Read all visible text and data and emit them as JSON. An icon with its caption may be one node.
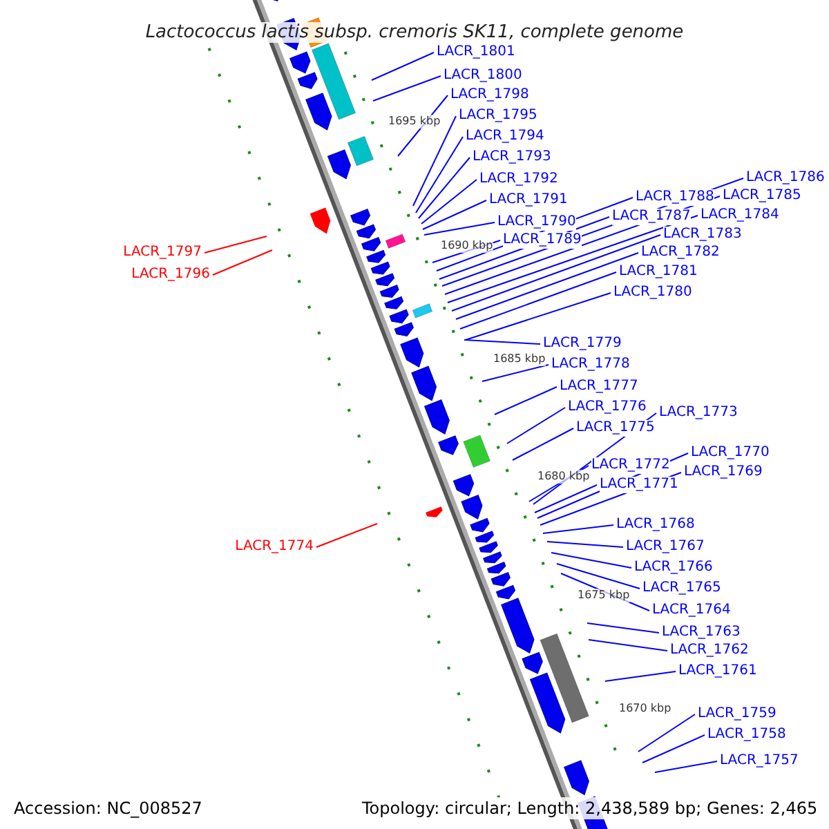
{
  "diagram": {
    "title": "Lactococcus lactis subsp. cremoris SK11, complete genome",
    "nodes": [
      {
        "text": [
          "LACR_1801"
        ]
      },
      {
        "text": [
          "LACR_1800"
        ]
      },
      {
        "text": [
          "LACR_1798"
        ]
      },
      {
        "text": [
          "LACR_1795"
        ]
      },
      {
        "text": [
          "LACR_1794"
        ]
      },
      {
        "text": [
          "LACR_1793"
        ]
      },
      {
        "text": [
          "LACR_1786"
        ]
      },
      {
        "text": [
          "LACR_1792"
        ]
      },
      {
        "text": [
          "LACR_1785"
        ]
      },
      {
        "text": [
          "LACR_1788"
        ]
      },
      {
        "text": [
          "LACR_1791"
        ]
      },
      {
        "text": [
          "LACR_1784"
        ]
      },
      {
        "text": [
          "LACR_1787"
        ]
      },
      {
        "text": [
          "LACR_1790"
        ]
      },
      {
        "text": [
          "LACR_1783"
        ]
      },
      {
        "text": [
          "LACR_1789"
        ]
      },
      {
        "text": [
          "LACR_1797"
        ]
      },
      {
        "text": [
          "LACR_1782"
        ]
      },
      {
        "text": [
          "LACR_1781"
        ]
      },
      {
        "text": [
          "LACR_1796"
        ]
      },
      {
        "text": [
          "LACR_1780"
        ]
      },
      {
        "text": [
          "LACR_1779"
        ]
      },
      {
        "text": [
          "LACR_1778"
        ]
      },
      {
        "text": [
          "LACR_1777"
        ]
      },
      {
        "text": [
          "LACR_1776"
        ]
      },
      {
        "text": [
          "LACR_1773"
        ]
      },
      {
        "text": [
          "LACR_1775"
        ]
      },
      {
        "text": [
          "LACR_1770"
        ]
      },
      {
        "text": [
          "LACR_1772"
        ]
      },
      {
        "text": [
          "LACR_1769"
        ]
      },
      {
        "text": [
          "LACR_1771"
        ]
      },
      {
        "text": [
          "LACR_1768"
        ]
      },
      {
        "text": [
          "LACR_1774"
        ]
      },
      {
        "text": [
          "LACR_1767"
        ]
      },
      {
        "text": [
          "LACR_1766"
        ]
      },
      {
        "text": [
          "LACR_1765"
        ]
      },
      {
        "text": [
          "LACR_1764"
        ]
      },
      {
        "text": [
          "LACR_1763"
        ]
      },
      {
        "text": [
          "LACR_1762"
        ]
      },
      {
        "text": [
          "LACR_1761"
        ]
      },
      {
        "text": [
          "LACR_1759"
        ]
      },
      {
        "text": [
          "LACR_1758"
        ]
      },
      {
        "text": [
          "LACR_1757"
        ]
      }
    ],
    "edges": [
      {
        "from": 0,
        "to": null,
        "arrow": "none"
      },
      {
        "from": 1,
        "to": null,
        "arrow": "none"
      },
      {
        "from": 2,
        "to": null,
        "arrow": "none"
      },
      {
        "from": 3,
        "to": null,
        "arrow": "none"
      },
      {
        "from": 4,
        "to": null,
        "arrow": "none"
      },
      {
        "from": 5,
        "to": null,
        "arrow": "none"
      },
      {
        "from": 6,
        "to": null,
        "arrow": "none"
      },
      {
        "from": 7,
        "to": null,
        "arrow": "none"
      },
      {
        "from": 8,
        "to": null,
        "arrow": "none"
      },
      {
        "from": 9,
        "to": null,
        "arrow": "none"
      },
      {
        "from": 10,
        "to": null,
        "arrow": "none"
      },
      {
        "from": 11,
        "to": null,
        "arrow": "none"
      },
      {
        "from": 12,
        "to": null,
        "arrow": "none"
      },
      {
        "from": 13,
        "to": null,
        "arrow": "none"
      },
      {
        "from": 14,
        "to": null,
        "arrow": "none"
      },
      {
        "from": 15,
        "to": null,
        "arrow": "none"
      },
      {
        "from": 16,
        "to": null,
        "arrow": "none",
        "color": "#ff0000"
      },
      {
        "from": 17,
        "to": null,
        "arrow": "none"
      },
      {
        "from": 18,
        "to": null,
        "arrow": "none"
      },
      {
        "from": 19,
        "to": null,
        "arrow": "none",
        "color": "#ff0000"
      },
      {
        "from": 20,
        "to": null,
        "arrow": "none"
      },
      {
        "from": 21,
        "to": null,
        "arrow": "none"
      },
      {
        "from": 22,
        "to": null,
        "arrow": "none"
      },
      {
        "from": 23,
        "to": null,
        "arrow": "none"
      },
      {
        "from": 24,
        "to": null,
        "arrow": "none"
      },
      {
        "from": 25,
        "to": null,
        "arrow": "none"
      },
      {
        "from": 26,
        "to": null,
        "arrow": "none"
      },
      {
        "from": 27,
        "to": null,
        "arrow": "none"
      },
      {
        "from": 28,
        "to": null,
        "arrow": "none"
      },
      {
        "from": 29,
        "to": null,
        "arrow": "none"
      },
      {
        "from": 30,
        "to": null,
        "arrow": "none"
      },
      {
        "from": 31,
        "to": null,
        "arrow": "none"
      },
      {
        "from": 32,
        "to": null,
        "arrow": "none",
        "color": "#ff0000"
      },
      {
        "from": 33,
        "to": null,
        "arrow": "none"
      },
      {
        "from": 34,
        "to": null,
        "arrow": "none"
      },
      {
        "from": 35,
        "to": null,
        "arrow": "none"
      },
      {
        "from": 36,
        "to": null,
        "arrow": "none"
      },
      {
        "from": 37,
        "to": null,
        "arrow": "none"
      },
      {
        "from": 38,
        "to": null,
        "arrow": "none"
      },
      {
        "from": 39,
        "to": null,
        "arrow": "none"
      },
      {
        "from": 40,
        "to": null,
        "arrow": "none"
      },
      {
        "from": 41,
        "to": null,
        "arrow": "none"
      },
      {
        "from": 42,
        "to": null,
        "arrow": "none"
      }
    ],
    "labels": [
      "1695 kbp",
      "1690 kbp",
      "1685 kbp",
      "1680 kbp",
      "1675 kbp",
      "1670 kbp",
      "Accession: NC_008527",
      "Topology: circular; Length: 2,438,589 bp; Genes: 2,465"
    ]
  }
}
